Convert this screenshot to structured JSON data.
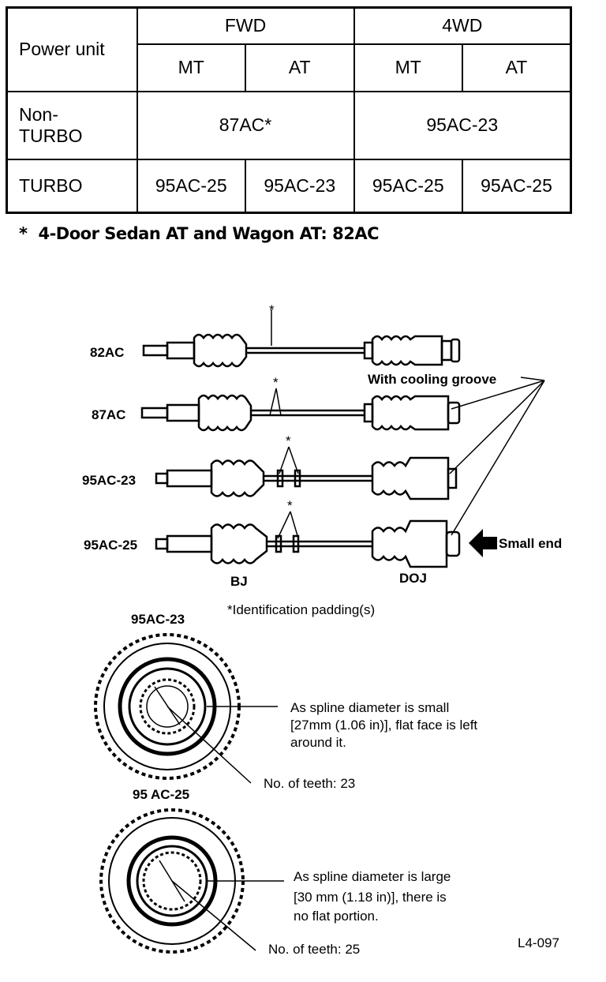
{
  "table": {
    "corner": "Power unit",
    "groups": [
      "FWD",
      "4WD"
    ],
    "sub": [
      "MT",
      "AT",
      "MT",
      "AT"
    ],
    "rows": [
      {
        "label_line1": "Non-",
        "label_line2": "TURBO",
        "fwd": "87AC*",
        "awd": "95AC-23"
      },
      {
        "label": "TURBO",
        "cells": [
          "95AC-25",
          "95AC-23",
          "95AC-25",
          "95AC-25"
        ]
      }
    ]
  },
  "note": {
    "star": "*",
    "text": "4-Door Sedan AT and Wagon AT:  82AC"
  },
  "shafts": {
    "labels": [
      "82AC",
      "87AC",
      "95AC-23",
      "95AC-25"
    ],
    "cooling": "With cooling groove",
    "small_end": "Small end",
    "bj": "BJ",
    "doj": "DOJ",
    "id_note": "*Identification padding(s)",
    "star": "*"
  },
  "details": [
    {
      "title": "95AC-23",
      "desc": [
        "As spline diameter is small",
        "[27mm (1.06 in)], flat face is left",
        "around it."
      ],
      "teeth": "No. of teeth:  23"
    },
    {
      "title": "95 AC-25",
      "desc": [
        "As spline diameter is large",
        "[30 mm (1.18 in)], there is",
        "no flat portion."
      ],
      "teeth": "No. of teeth:  25"
    }
  ],
  "figure_id": "L4-097"
}
